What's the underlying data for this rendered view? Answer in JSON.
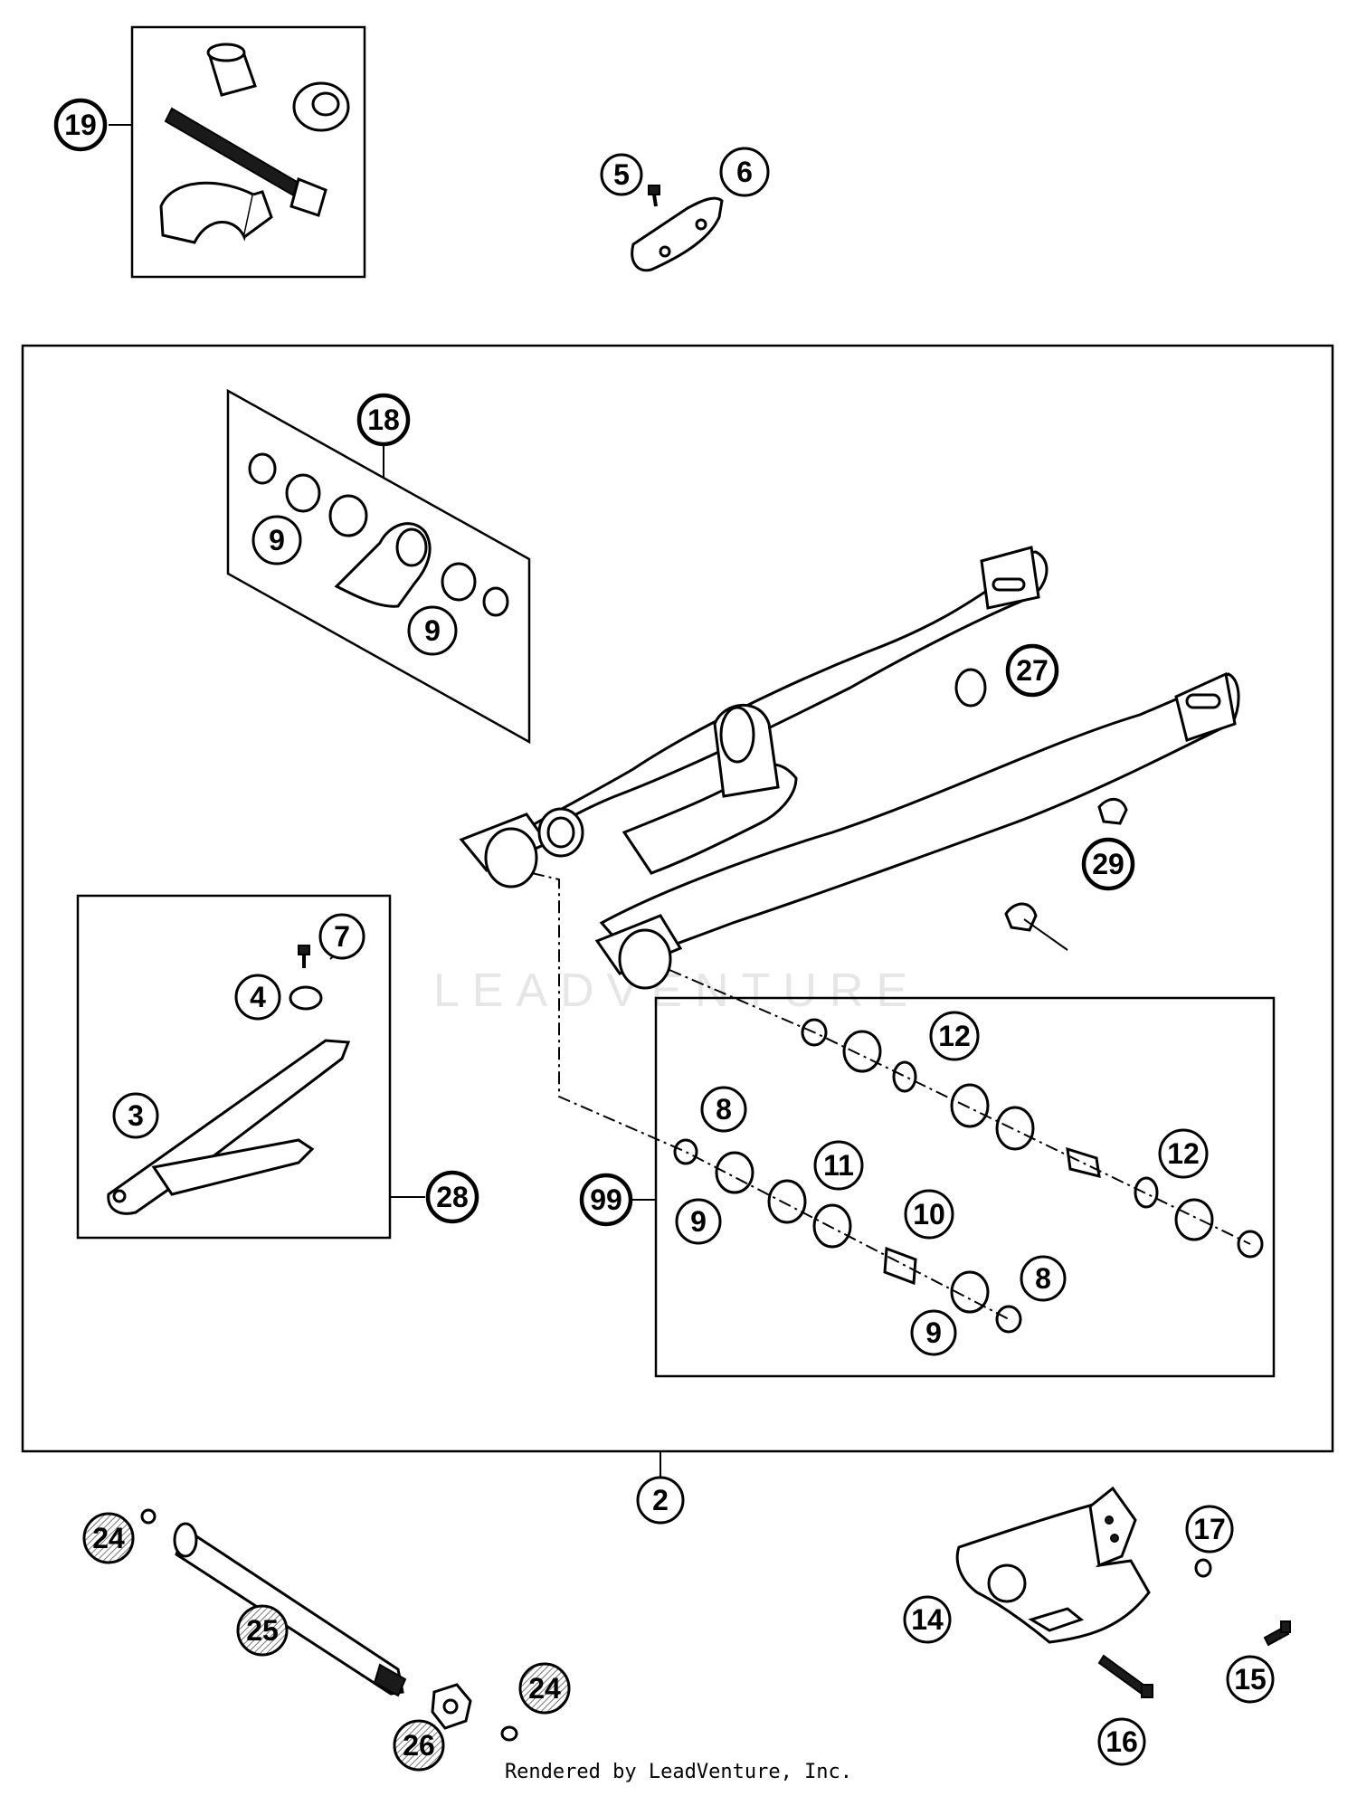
{
  "watermark": "LEADVENTURE",
  "footer": "Rendered by LeadVenture, Inc.",
  "callouts": {
    "c19": "19",
    "c5": "5",
    "c6": "6",
    "c18": "18",
    "c9a": "9",
    "c9b": "9",
    "c27": "27",
    "c29": "29",
    "c7": "7",
    "c4": "4",
    "c3": "3",
    "c28": "28",
    "c12a": "12",
    "c8a": "8",
    "c11": "11",
    "c12b": "12",
    "c99": "99",
    "c9c": "9",
    "c10": "10",
    "c8b": "8",
    "c9d": "9",
    "c2": "2",
    "c24a": "24",
    "c25": "25",
    "c24b": "24",
    "c26": "26",
    "c17": "17",
    "c14": "14",
    "c15": "15",
    "c16": "16"
  }
}
